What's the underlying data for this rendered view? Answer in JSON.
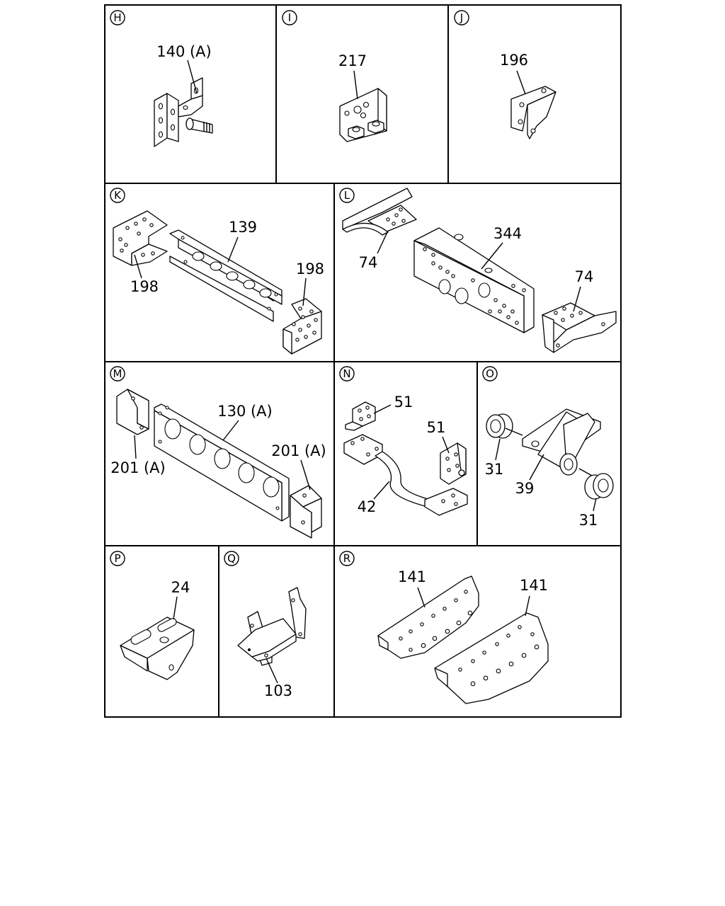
{
  "panels": [
    {
      "letter": "H",
      "labels": [
        "140 (A)"
      ]
    },
    {
      "letter": "I",
      "labels": [
        "217"
      ]
    },
    {
      "letter": "J",
      "labels": [
        "196"
      ]
    },
    {
      "letter": "K",
      "labels": [
        "139",
        "198",
        "198"
      ]
    },
    {
      "letter": "L",
      "labels": [
        "74",
        "344",
        "74"
      ]
    },
    {
      "letter": "M",
      "labels": [
        "130 (A)",
        "201 (A)",
        "201 (A)"
      ]
    },
    {
      "letter": "N",
      "labels": [
        "51",
        "51",
        "42"
      ]
    },
    {
      "letter": "O",
      "labels": [
        "31",
        "39",
        "31"
      ]
    },
    {
      "letter": "P",
      "labels": [
        "24"
      ]
    },
    {
      "letter": "Q",
      "labels": [
        "103"
      ]
    },
    {
      "letter": "R",
      "labels": [
        "141",
        "141"
      ]
    }
  ]
}
